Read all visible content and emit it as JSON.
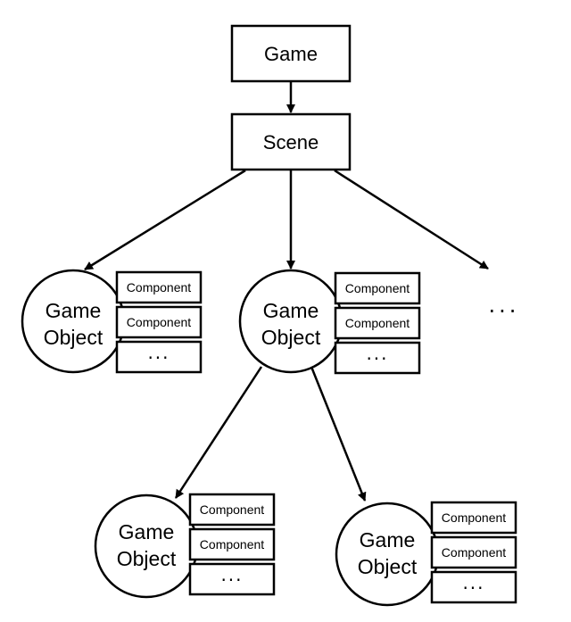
{
  "game_label": "Game",
  "scene_label": "Scene",
  "game_object": {
    "line1": "Game",
    "line2": "Object"
  },
  "component_label": "Component",
  "more_components_label": "···",
  "more_children_label": "···"
}
